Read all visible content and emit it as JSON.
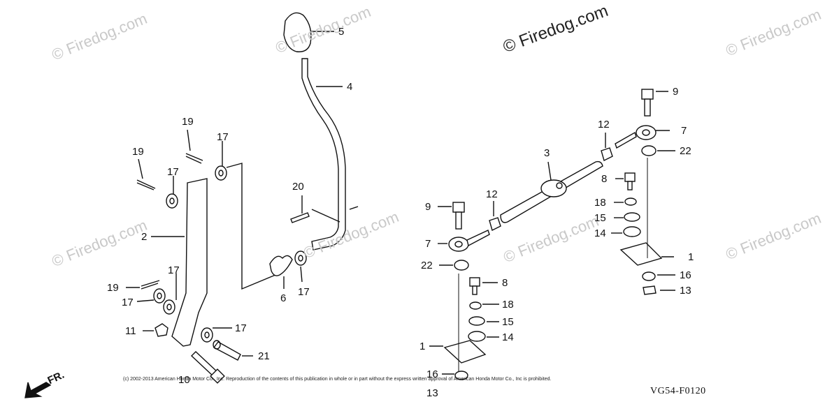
{
  "watermark": "© Firedog.com",
  "copyright": "(c) 2002-2013 American Honda Motor Co., Inc. Reproduction of the contents of this publication in whole or in part without the express written approval of American Honda Motor Co., Inc is prohibited.",
  "diagram_code": "VG54-F0120",
  "direction_label": "FR.",
  "callouts": {
    "c5": "5",
    "c4": "4",
    "c19a": "19",
    "c19b": "19",
    "c17a": "17",
    "c17b": "17",
    "c20": "20",
    "c2": "2",
    "c17c": "17",
    "c19c": "19",
    "c17d": "17",
    "c17e": "17",
    "c6": "6",
    "c17f": "17",
    "c11": "11",
    "c17g": "17",
    "c21": "21",
    "c10": "10",
    "c9a": "9",
    "c7a": "7",
    "c22a": "22",
    "c12a": "12",
    "c3": "3",
    "c8a": "8",
    "c18a": "18",
    "c15a": "15",
    "c14a": "14",
    "c1a": "1",
    "c16a": "16",
    "c13a": "13",
    "c9b": "9",
    "c12b": "12",
    "c7b": "7",
    "c22b": "22",
    "c8b": "8",
    "c18b": "18",
    "c15b": "15",
    "c14b": "14",
    "c1b": "1",
    "c16b": "16",
    "c13b": "13"
  }
}
